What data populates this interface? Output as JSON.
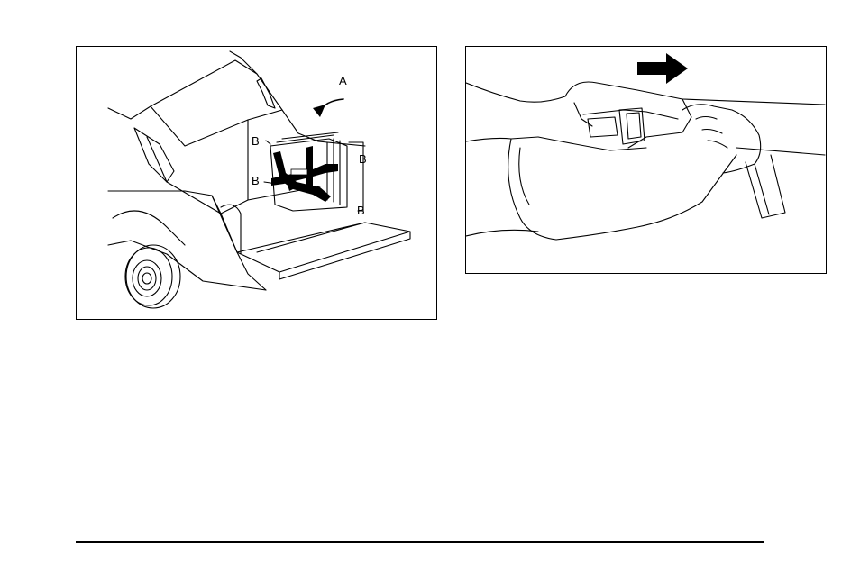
{
  "figures": {
    "left": {
      "labels": {
        "a": "A",
        "b1": "B",
        "b2": "B",
        "b3": "B",
        "b4": "B"
      }
    },
    "right": {
      "arrow_direction": "right"
    }
  }
}
